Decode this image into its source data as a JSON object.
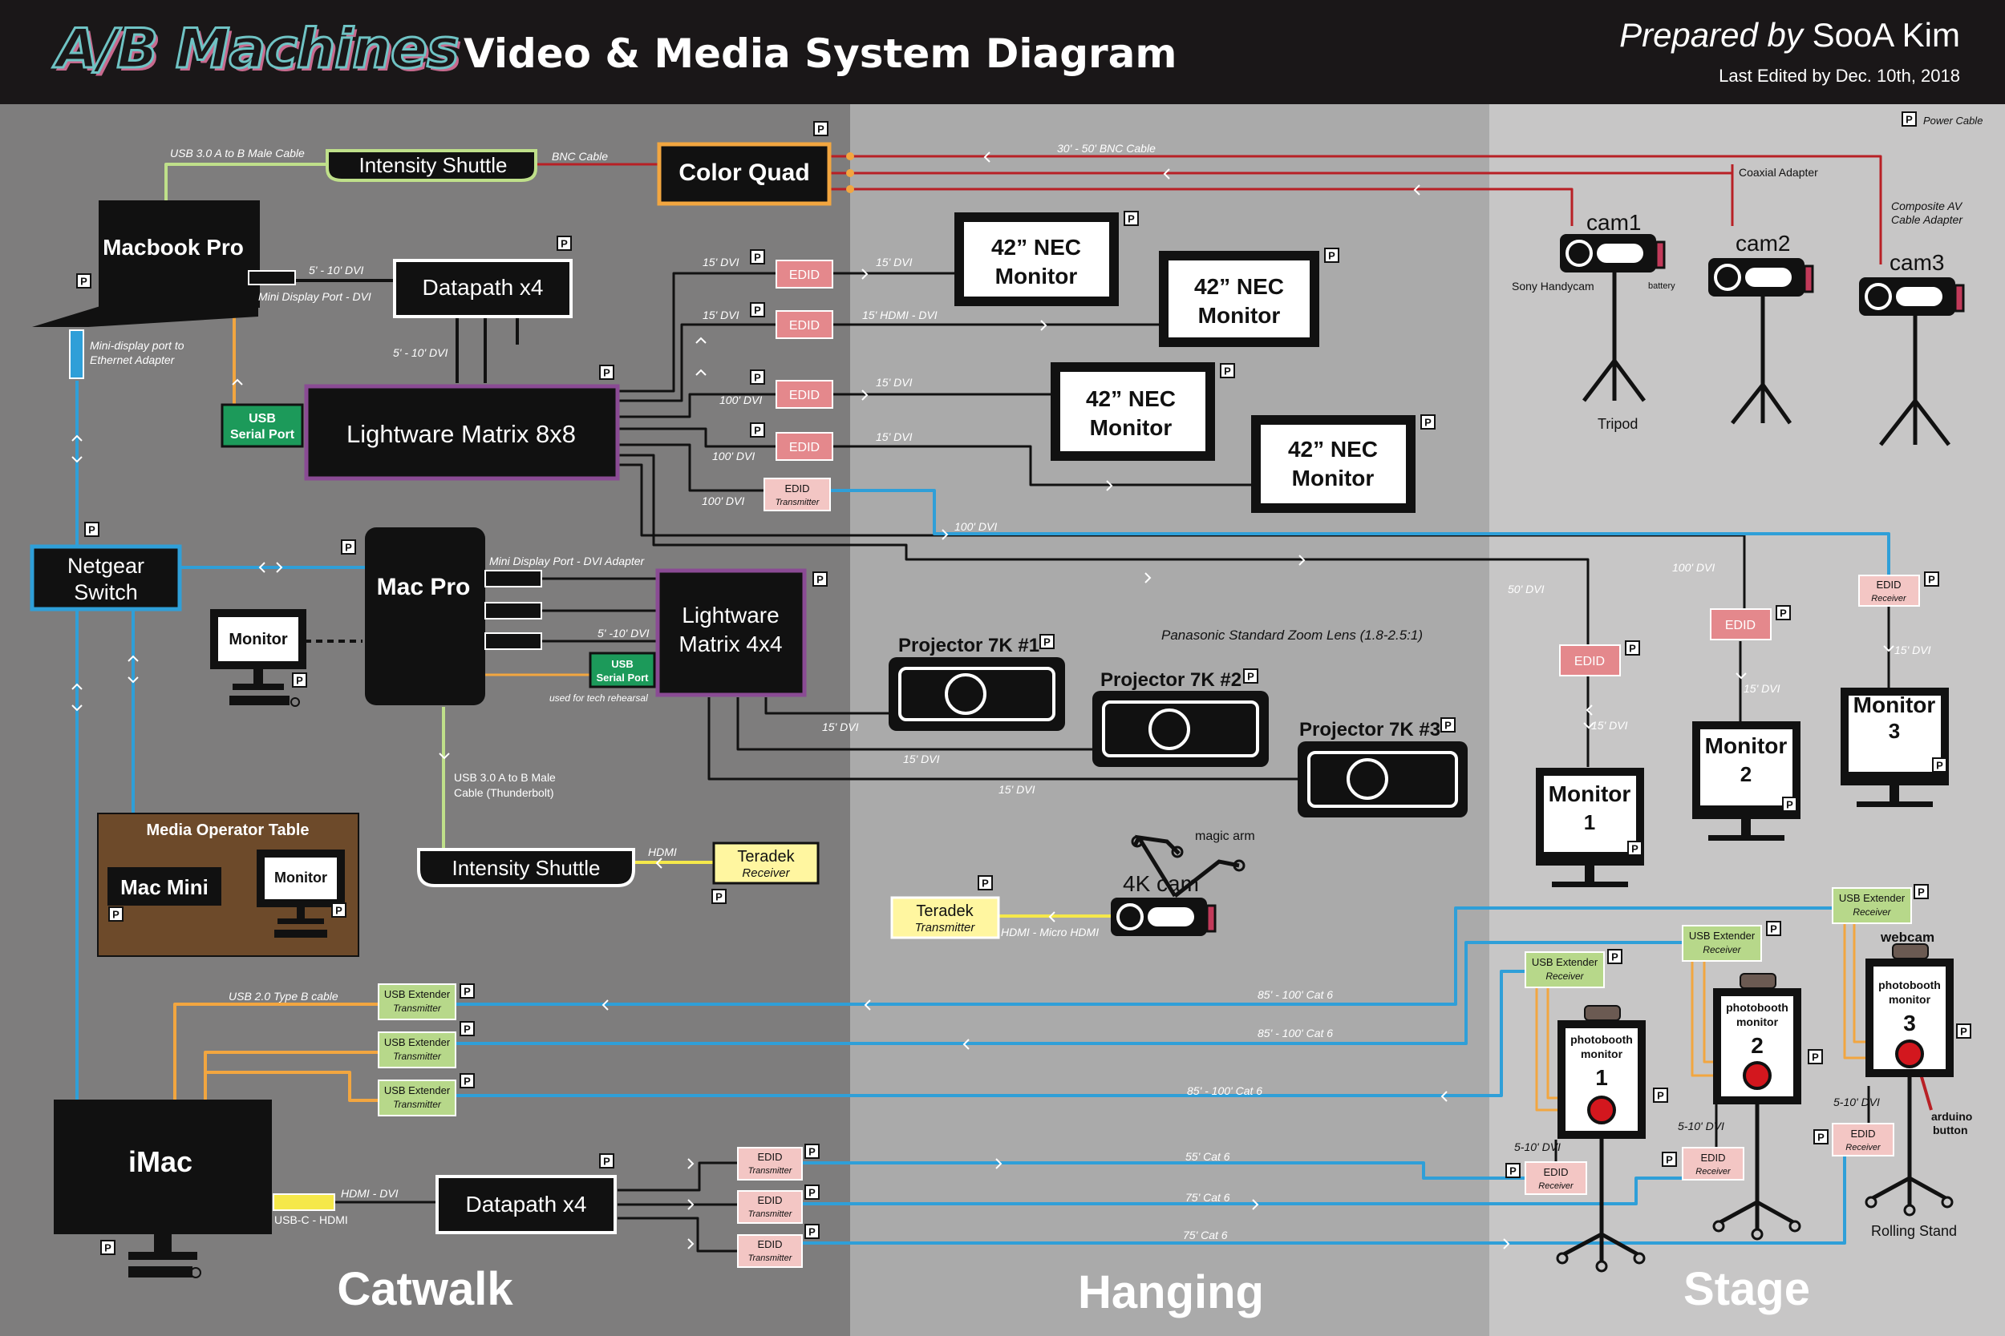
{
  "header": {
    "logo": "A/B Machines",
    "title": "Video & Media System Diagram",
    "prepared_prefix": "Prepared by",
    "prepared_name": "SooA Kim",
    "edited": "Last Edited by Dec. 10th, 2018"
  },
  "colors": {
    "header_bg": "#1a1718",
    "catwalk_bg": "#7e7d7d",
    "hanging_bg": "#aaaaaa",
    "stage_bg": "#c7c6c6",
    "black_cable": "#111111",
    "blue_cable": "#2f9fd8",
    "orange_cable": "#f2a640",
    "red_cable": "#b82025",
    "green_cable": "#bfe08a",
    "yellow_cable": "#f5e84a",
    "edid": "#e4888c",
    "edid_light": "#f3c6c4",
    "green_box": "#1c9a5a",
    "usb_ext": "#b7d88a",
    "teradek": "#fff6a0",
    "color_quad_border": "#f2a640",
    "lightware_border": "#8a4b94",
    "netgear_border": "#2f9fd8",
    "media_table": "#6d4a2a"
  },
  "zones": {
    "catwalk": "Catwalk",
    "hanging": "Hanging",
    "stage": "Stage"
  },
  "legend": {
    "power_cable": "Power Cable",
    "power_symbol": "P"
  },
  "devices": {
    "macbook": "Macbook Pro",
    "datapath_top": "Datapath x4",
    "lightware8": "Lightware Matrix 8x8",
    "usb_serial": [
      "USB",
      "Serial Port"
    ],
    "usb_serial2": [
      "USB",
      "Serial Port"
    ],
    "netgear": [
      "Netgear",
      "Switch"
    ],
    "macpro": "Mac Pro",
    "monitor_small": "Monitor",
    "lightware4": [
      "Lightware",
      "Matrix 4x4"
    ],
    "media_table": "Media Operator Table",
    "macmini": "Mac Mini",
    "media_monitor": "Monitor",
    "intensity_top": "Intensity Shuttle",
    "intensity_bottom": "Intensity Shuttle",
    "color_quad": "Color Quad",
    "teradek_receiver": [
      "Teradek",
      "Receiver"
    ],
    "teradek_transmitter": [
      "Teradek",
      "Transmitter"
    ],
    "imac": "iMac",
    "datapath_bottom": "Datapath x4",
    "nec": [
      [
        "42” NEC",
        "Monitor"
      ],
      [
        "42” NEC",
        "Monitor"
      ],
      [
        "42” NEC",
        "Monitor"
      ],
      [
        "42” NEC",
        "Monitor"
      ]
    ],
    "edid": "EDID",
    "edid_transmitter": [
      "EDID",
      "Transmitter"
    ],
    "edid_receiver": [
      "EDID",
      "Receiver"
    ],
    "projectors": [
      "Projector 7K #1",
      "Projector 7K #2",
      "Projector 7K #3"
    ],
    "stage_monitors": [
      [
        "Monitor",
        "1"
      ],
      [
        "Monitor",
        "2"
      ],
      [
        "Monitor",
        "3"
      ]
    ],
    "cams": [
      "cam1",
      "cam2",
      "cam3"
    ],
    "cam4k": "4K cam",
    "magic_arm": "magic arm",
    "usb_ext_tx": [
      "USB Extender",
      "Transmitter"
    ],
    "usb_ext_rx": [
      "USB Extender",
      "Receiver"
    ],
    "photobooth": [
      "photobooth",
      "monitor"
    ],
    "photobooth_numbers": [
      "1",
      "2",
      "3"
    ],
    "webcam": "webcam",
    "arduino": [
      "arduino",
      "button"
    ],
    "tripod": "Tripod",
    "rolling_stand": "Rolling Stand",
    "sony": "Sony Handycam",
    "battery": "battery"
  },
  "cables": {
    "usb3_top": "USB 3.0 A to B Male Cable",
    "bnc": "BNC Cable",
    "dvi_5_10": "5' - 10' DVI",
    "minidp_dvi": "Mini Display Port - DVI",
    "dvi_5_10b": "5' - 10' DVI",
    "minidp_eth": [
      "Mini-display port to",
      "Ethernet Adapter"
    ],
    "dvi15": "15' DVI",
    "hdmi_dvi_15": "15' HDMI - DVI",
    "dvi100": "100' DVI",
    "dvi50": "50' DVI",
    "bnc_30_50": "30' - 50' BNC Cable",
    "coax": "Coaxial Adapter",
    "composite": [
      "Composite AV",
      "Cable Adapter"
    ],
    "minidp_dvi_adapter": "Mini Display Port - DVI Adapter",
    "dvi_5_10c": "5' -10' DVI",
    "tech_rehearsal": "used for tech rehearsal",
    "usb3_thunderbolt": [
      "USB 3.0 A to B Male",
      "Cable (Thunderbolt)"
    ],
    "hdmi": "HDMI",
    "hdmi_micro": "HDMI  - Micro HDMI",
    "lens": "Panasonic Standard Zoom Lens (1.8-2.5:1)",
    "usb2": "USB 2.0 Type B cable",
    "cat6_85": "85' - 100' Cat 6",
    "cat6_55": "55' Cat 6",
    "cat6_75": "75' Cat 6",
    "hdmi_dvi": "HDMI - DVI",
    "usbc_hdmi": "USB-C - HDMI",
    "dvi_5_10_short": "5-10' DVI"
  }
}
